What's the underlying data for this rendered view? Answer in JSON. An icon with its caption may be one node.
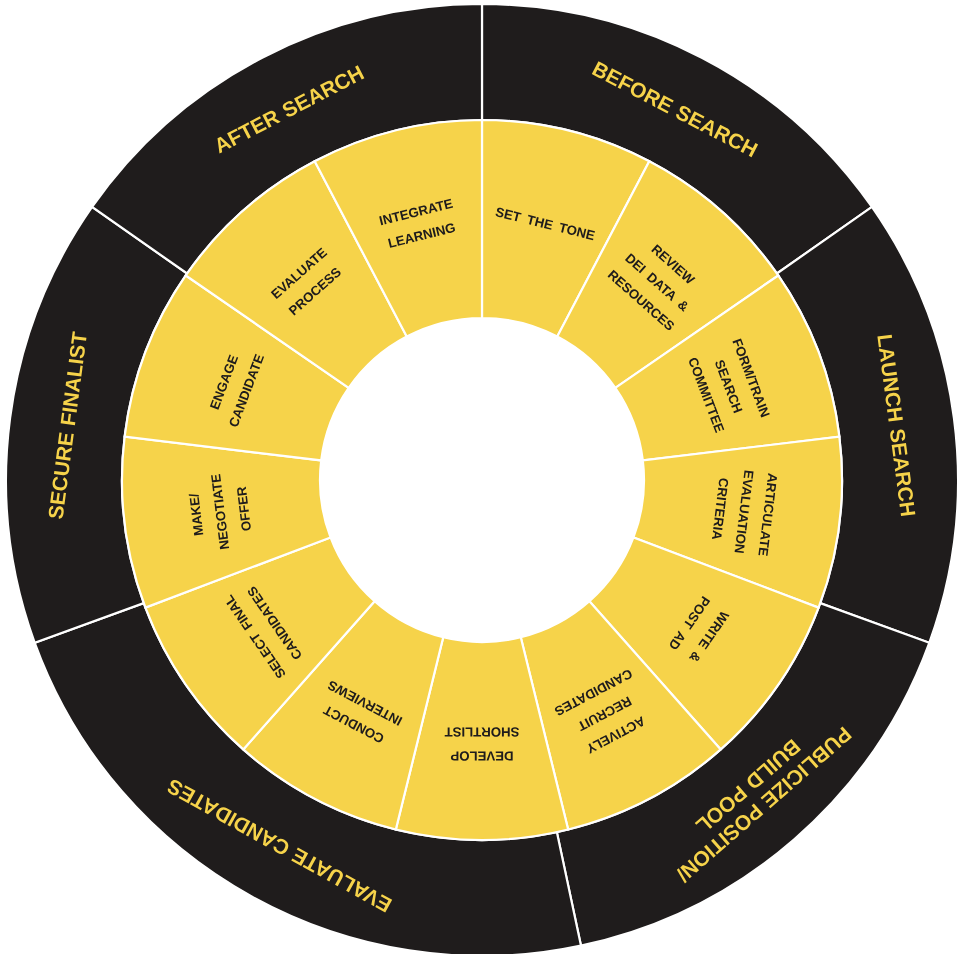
{
  "diagram": {
    "nodes": [
      {
        "text": [
          "BEFORE SEARCH"
        ]
      },
      {
        "text": [
          "LAUNCH SEARCH"
        ]
      },
      {
        "text": [
          "PUBLICIZE POSITION/ BUILD POOL"
        ]
      },
      {
        "text": [
          "EVALUATE CANDIDATES"
        ]
      },
      {
        "text": [
          "SECURE FINALIST"
        ]
      },
      {
        "text": [
          "AFTER SEARCH"
        ]
      },
      {
        "text": [
          "SET THE TONE"
        ]
      },
      {
        "text": [
          "REVIEW DEI DATA & RESOURCES"
        ]
      },
      {
        "text": [
          "FORM/TRAIN SEARCH COMMITTEE"
        ]
      },
      {
        "text": [
          "ARTICULATE EVALUATION CRITERIA"
        ]
      },
      {
        "text": [
          "WRITE & POST AD"
        ]
      },
      {
        "text": [
          "ACTIVELY RECRUIT CANDIDATES"
        ]
      },
      {
        "text": [
          "DEVELOP SHORTLIST"
        ]
      },
      {
        "text": [
          "CONDUCT INTERVIEWS"
        ]
      },
      {
        "text": [
          "SELECT FINAL CANDIDATES"
        ]
      },
      {
        "text": [
          "MAKE/ NEGOTIATE OFFER"
        ]
      },
      {
        "text": [
          "ENGAGE CANDIDATE"
        ]
      },
      {
        "text": [
          "EVALUATE PROCESS"
        ]
      },
      {
        "text": [
          "INTEGRATE LEARNING"
        ]
      }
    ]
  }
}
